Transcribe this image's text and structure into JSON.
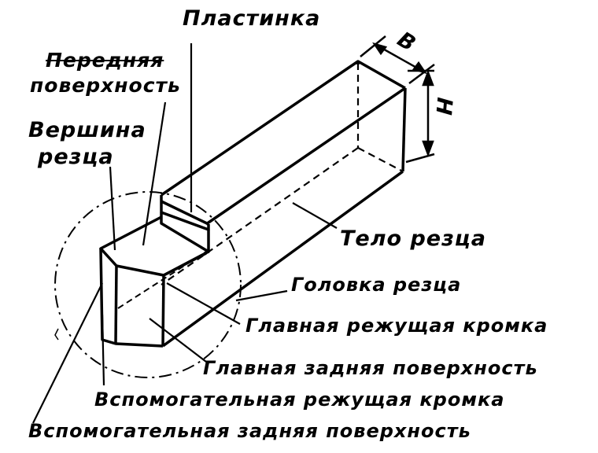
{
  "labels": {
    "plate": "Пластинка",
    "rake_face_line1": "Передняя",
    "rake_face_line2": "поверхность",
    "tip_line1": "Вершина",
    "tip_line2": "резца",
    "body": "Тело резца",
    "head": "Головка резца",
    "main_cutting_edge": "Главная режущая кромка",
    "main_flank": "Главная задняя поверхность",
    "aux_cutting_edge": "Вспомогательная режущая кромка",
    "aux_flank": "Вспомогательная задняя поверхность",
    "dim_b": "В",
    "dim_h": "Н"
  },
  "colors": {
    "ink": "#000000",
    "paper": "#ffffff"
  }
}
